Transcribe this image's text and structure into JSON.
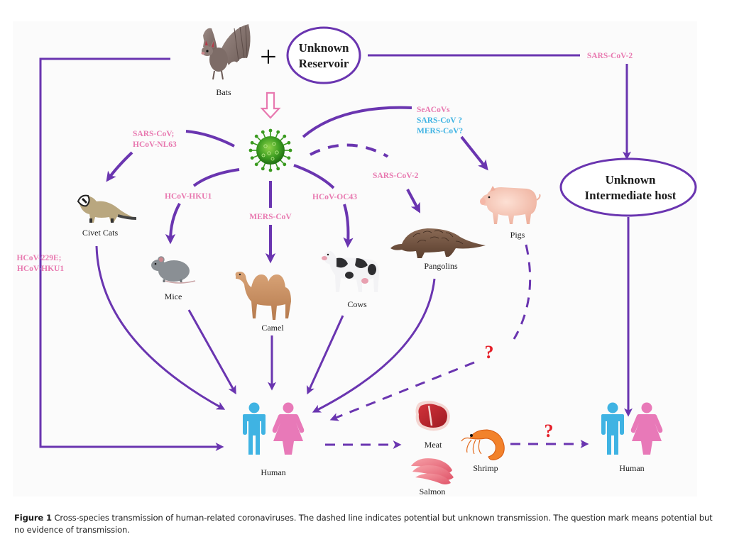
{
  "colors": {
    "arrow": "#6a35b0",
    "virus_label_pink": "#e879b0",
    "virus_label_blue": "#3fb3e3",
    "question_mark": "#e5202a",
    "human_male": "#3fb3e3",
    "human_female": "#e879b8",
    "panel_background": "#fbfbfb"
  },
  "nodes": {
    "bats": {
      "label": "Bats",
      "icon": "bat-icon"
    },
    "plus": {
      "label": "+"
    },
    "unknown_reservoir": {
      "line1": "Unknown",
      "line2": "Reservoir"
    },
    "unknown_intermediate_host": {
      "line1": "Unknown",
      "line2": "Intermediate host"
    },
    "virus": {
      "icon": "coronavirus-icon"
    },
    "civet_cats": {
      "label": "Civet Cats",
      "icon": "civet-icon"
    },
    "mice": {
      "label": "Mice",
      "icon": "mouse-icon"
    },
    "camel": {
      "label": "Camel",
      "icon": "camel-icon"
    },
    "cows": {
      "label": "Cows",
      "icon": "cow-icon"
    },
    "pangolins": {
      "label": "Pangolins",
      "icon": "pangolin-icon"
    },
    "pigs": {
      "label": "Pigs",
      "icon": "pig-icon"
    },
    "human_main": {
      "label": "Human",
      "icon": "human-pair-icon"
    },
    "meat": {
      "label": "Meat",
      "icon": "steak-icon"
    },
    "salmon": {
      "label": "Salmon",
      "icon": "salmon-icon"
    },
    "shrimp": {
      "label": "Shrimp",
      "icon": "shrimp-icon"
    },
    "human_right": {
      "label": "Human",
      "icon": "human-pair-icon"
    }
  },
  "edge_labels": {
    "sars_cov_nl63": {
      "line1": "SARS-CoV;",
      "line2": "HCoV-NL63",
      "color": "pink"
    },
    "hcov_hku1": {
      "text": "HCoV-HKU1",
      "color": "pink"
    },
    "mers_cov": {
      "text": "MERS-CoV",
      "color": "pink"
    },
    "hcov_oc43": {
      "text": "HCoV-OC43",
      "color": "pink"
    },
    "sars_cov_2_pangolin": {
      "text": "SARS-CoV-2",
      "color": "pink"
    },
    "pigs_viruses": {
      "line1": "SeACoVs",
      "line2": "SARS-CoV ?",
      "line3": "MERS-CoV?",
      "colors": [
        "pink",
        "blue",
        "blue"
      ]
    },
    "sars_cov_2_top": {
      "text": "SARS-CoV-2",
      "color": "pink"
    },
    "hcov_229e_hku1": {
      "line1": "HCoV-229E;",
      "line2": "HCoV-HKU1",
      "color": "pink"
    }
  },
  "question_marks": {
    "pigs_to_human": "?",
    "food_to_human": "?"
  },
  "edges": [
    {
      "from": "bats+unknown_reservoir",
      "to": "virus",
      "style": "hollow-arrow"
    },
    {
      "from": "virus",
      "to": "civet_cats",
      "label": "SARS-CoV; HCoV-NL63",
      "style": "solid"
    },
    {
      "from": "virus",
      "to": "mice",
      "label": "HCoV-HKU1",
      "style": "solid"
    },
    {
      "from": "virus",
      "to": "camel",
      "label": "MERS-CoV",
      "style": "solid"
    },
    {
      "from": "virus",
      "to": "cows",
      "label": "HCoV-OC43",
      "style": "solid"
    },
    {
      "from": "virus",
      "to": "pangolins",
      "label": "SARS-CoV-2",
      "style": "dashed"
    },
    {
      "from": "virus",
      "to": "pigs",
      "label": "SeACoVs / SARS-CoV ? / MERS-CoV?",
      "style": "solid"
    },
    {
      "from": "unknown_reservoir",
      "to": "unknown_intermediate_host",
      "label": "SARS-CoV-2",
      "style": "solid"
    },
    {
      "from": "unknown_intermediate_host",
      "to": "human_right",
      "style": "solid"
    },
    {
      "from": "bats",
      "to": "human_main",
      "label": "HCoV-229E; HCoV-HKU1",
      "style": "solid"
    },
    {
      "from": "civet_cats",
      "to": "human_main",
      "style": "solid"
    },
    {
      "from": "mice",
      "to": "human_main",
      "style": "solid"
    },
    {
      "from": "camel",
      "to": "human_main",
      "style": "solid"
    },
    {
      "from": "cows",
      "to": "human_main",
      "style": "solid"
    },
    {
      "from": "pangolins",
      "to": "human_main",
      "style": "solid"
    },
    {
      "from": "pigs",
      "to": "human_main",
      "label": "?",
      "style": "dashed"
    },
    {
      "from": "human_main",
      "to": "meat",
      "style": "dashed"
    },
    {
      "from": "shrimp",
      "to": "human_right",
      "label": "?",
      "style": "dashed"
    }
  ],
  "caption": {
    "label": "Figure 1",
    "text": " Cross-species transmission of human-related coronaviruses. The dashed line indicates potential but unknown transmission. The question mark means potential but no evidence of transmission."
  }
}
